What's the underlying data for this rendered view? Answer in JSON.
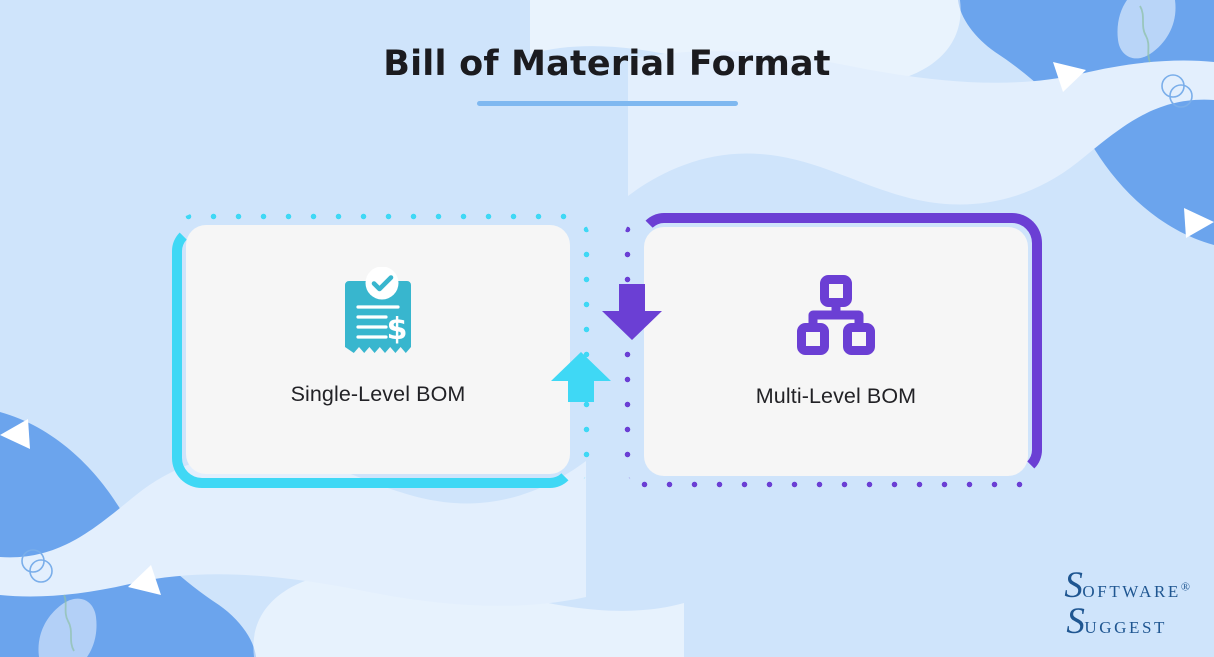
{
  "header": {
    "title": "Bill of Material Format",
    "underline_color": "#7fb8f0"
  },
  "diagram": {
    "type": "two-card comparison",
    "connector_arrows": [
      {
        "name": "up-arrow",
        "direction": "up",
        "color": "#3fd8f5"
      },
      {
        "name": "down-arrow",
        "direction": "down",
        "color": "#6b3fd4"
      }
    ],
    "cards": [
      {
        "label": "Single-Level BOM",
        "icon": "receipt-check-icon",
        "accent_color": "#3fd8f5",
        "panel_color": "#f6f6f6",
        "border_style": "solid left & bottom, dotted top & right"
      },
      {
        "label": "Multi-Level BOM",
        "icon": "hierarchy-icon",
        "accent_color": "#6b3fd4",
        "panel_color": "#f6f6f6",
        "border_style": "solid top & right, dotted left & bottom"
      }
    ]
  },
  "branding": {
    "word_one_cap": "S",
    "word_one_rest": "oftware",
    "registered": "®",
    "word_two_cap": "S",
    "word_two_rest": "uggest",
    "color": "#1f5691"
  },
  "background": {
    "base_color": "#cfe4fb",
    "blob_color": "#6ba4ed",
    "wave_color": "#e3effd"
  }
}
